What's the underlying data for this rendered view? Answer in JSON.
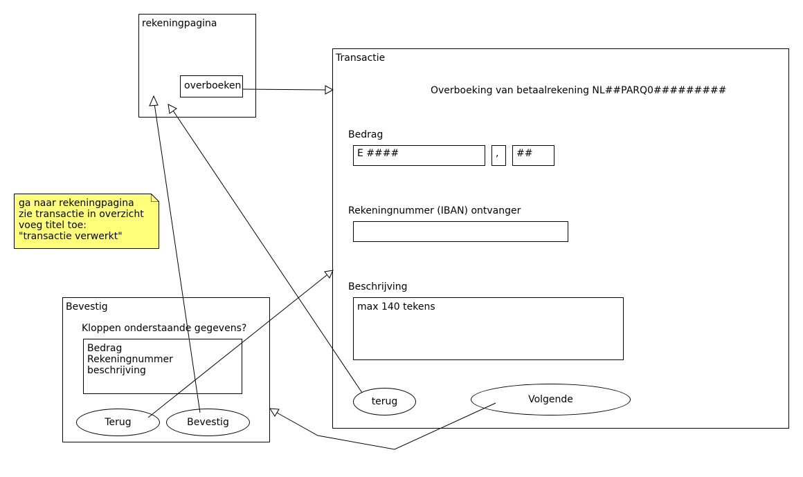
{
  "rekening": {
    "title": "rekeningpagina",
    "button": "overboeken"
  },
  "transactie": {
    "title": "Transactie",
    "heading": "Overboeking van betaalrekening NL##PARQ0#########",
    "bedrag_label": "Bedrag",
    "bedrag_euros": "E ####",
    "bedrag_sep": ",",
    "bedrag_cents": "##",
    "iban_label": "Rekeningnummer (IBAN) ontvanger",
    "iban_value": "",
    "beschrijving_label": "Beschrijving",
    "beschrijving_value": "max 140 tekens",
    "terug": "terug",
    "volgende": "Volgende"
  },
  "bevestig": {
    "title": "Bevestig",
    "question": "Kloppen onderstaande gegevens?",
    "summary": [
      "Bedrag",
      "Rekeningnummer",
      "beschrijving"
    ],
    "terug": "Terug",
    "bevestig": "Bevestig"
  },
  "note": {
    "lines": [
      "ga naar rekeningpagina",
      "zie transactie in overzicht",
      "voeg titel toe:",
      "\"transactie verwerkt\""
    ],
    "color": "#ffff7a"
  }
}
